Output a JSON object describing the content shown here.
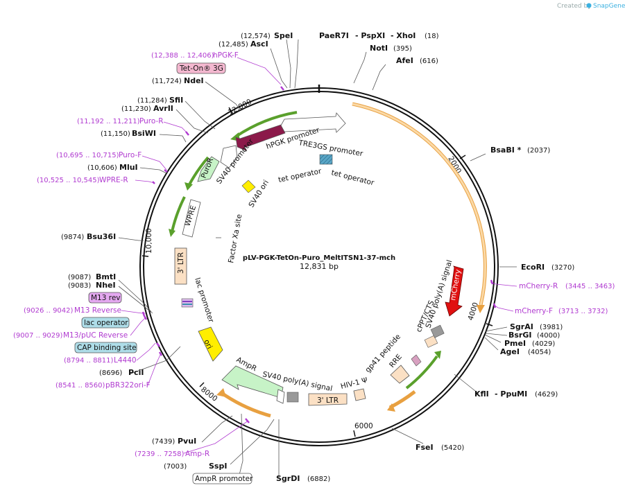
{
  "credit": {
    "text": "Created by",
    "brand": "SnapGene"
  },
  "plasmid": {
    "name": "pLV-PGK-TetOn-Puro_MeltITSN1-37-mch",
    "length_text": "12,831 bp"
  },
  "ticks": [
    "2000",
    "4000",
    "6000",
    "8000",
    "10,000",
    "12,000"
  ],
  "sites": [
    {
      "name": "SpeI",
      "pos": "(12,574)"
    },
    {
      "name": "AscI",
      "pos": "(12,485)"
    },
    {
      "name": "PaeR7I",
      "pos": ""
    },
    {
      "name": "- PspXI",
      "pos": ""
    },
    {
      "name": "- XhoI",
      "pos": "(18)"
    },
    {
      "name": "NotI",
      "pos": "(395)"
    },
    {
      "name": "AfeI",
      "pos": "(616)"
    },
    {
      "name": "NdeI",
      "pos": "(11,724)"
    },
    {
      "name": "SfiI",
      "pos": "(11,284)"
    },
    {
      "name": "AvrII",
      "pos": "(11,230)"
    },
    {
      "name": "BsiWI",
      "pos": "(11,150)"
    },
    {
      "name": "MluI",
      "pos": "(10,606)"
    },
    {
      "name": "BsaBI *",
      "pos": "(2037)"
    },
    {
      "name": "Bsu36I",
      "pos": "(9874)"
    },
    {
      "name": "EcoRI",
      "pos": "(3270)"
    },
    {
      "name": "BmtI",
      "pos": "(9087)"
    },
    {
      "name": "NheI",
      "pos": "(9083)"
    },
    {
      "name": "SgrAI",
      "pos": "(3981)"
    },
    {
      "name": "BsrGI",
      "pos": "(4000)"
    },
    {
      "name": "PmeI",
      "pos": "(4029)"
    },
    {
      "name": "AgeI",
      "pos": "(4054)"
    },
    {
      "name": "PciI",
      "pos": "(8696)"
    },
    {
      "name": "KflI",
      "pos": ""
    },
    {
      "name": "- PpuMI",
      "pos": "(4629)"
    },
    {
      "name": "PvuI",
      "pos": "(7439)"
    },
    {
      "name": "FseI",
      "pos": "(5420)"
    },
    {
      "name": "SspI",
      "pos": "(7003)"
    },
    {
      "name": "SgrDI",
      "pos": "(6882)"
    }
  ],
  "primers": [
    {
      "name": "hPGK-F",
      "pos": "(12,388 .. 12,406)"
    },
    {
      "name": "Puro-R",
      "pos": "(11,192 .. 11,211)"
    },
    {
      "name": "Puro-F",
      "pos": "(10,695 .. 10,715)"
    },
    {
      "name": "WPRE-R",
      "pos": "(10,525 .. 10,545)"
    },
    {
      "name": "mCherry-R",
      "pos": "(3445 .. 3463)"
    },
    {
      "name": "mCherry-F",
      "pos": "(3713 .. 3732)"
    },
    {
      "name": "M13 Reverse",
      "pos": "(9026 .. 9042)"
    },
    {
      "name": "M13/pUC Reverse",
      "pos": "(9007 .. 9029)"
    },
    {
      "name": "L4440",
      "pos": "(8794 .. 8811)"
    },
    {
      "name": "pBR322ori-F",
      "pos": "(8541 .. 8560)"
    },
    {
      "name": "Amp-R",
      "pos": "(7239 .. 7258)"
    }
  ],
  "boxed": [
    {
      "label": "Tet-On® 3G"
    },
    {
      "label": "M13 rev"
    },
    {
      "label": "lac operator"
    },
    {
      "label": "CAP binding site"
    },
    {
      "label": "AmpR promoter"
    }
  ],
  "features": [
    "hPGK promoter",
    "TRE3GS promoter",
    "SV40 promoter",
    "PuroR",
    "tet operator",
    "tet operator",
    "SV40 ori",
    "WPRE",
    "Factor Xa site",
    "3' LTR",
    "lac promoter",
    "ori",
    "AmpR",
    "SV40 poly(A) signal",
    "HIV-1 Ψ",
    "3' LTR",
    "gp41 peptide",
    "RRE",
    "cPPT/CTS",
    "SV40 poly(A) signal",
    "mCherry"
  ],
  "colors": {
    "primer": "#b03ad0",
    "orf_orange": "#f5b86a",
    "mcherry": "#e01010",
    "pgk": "#8b1a4a",
    "green": "#5aa02c"
  }
}
